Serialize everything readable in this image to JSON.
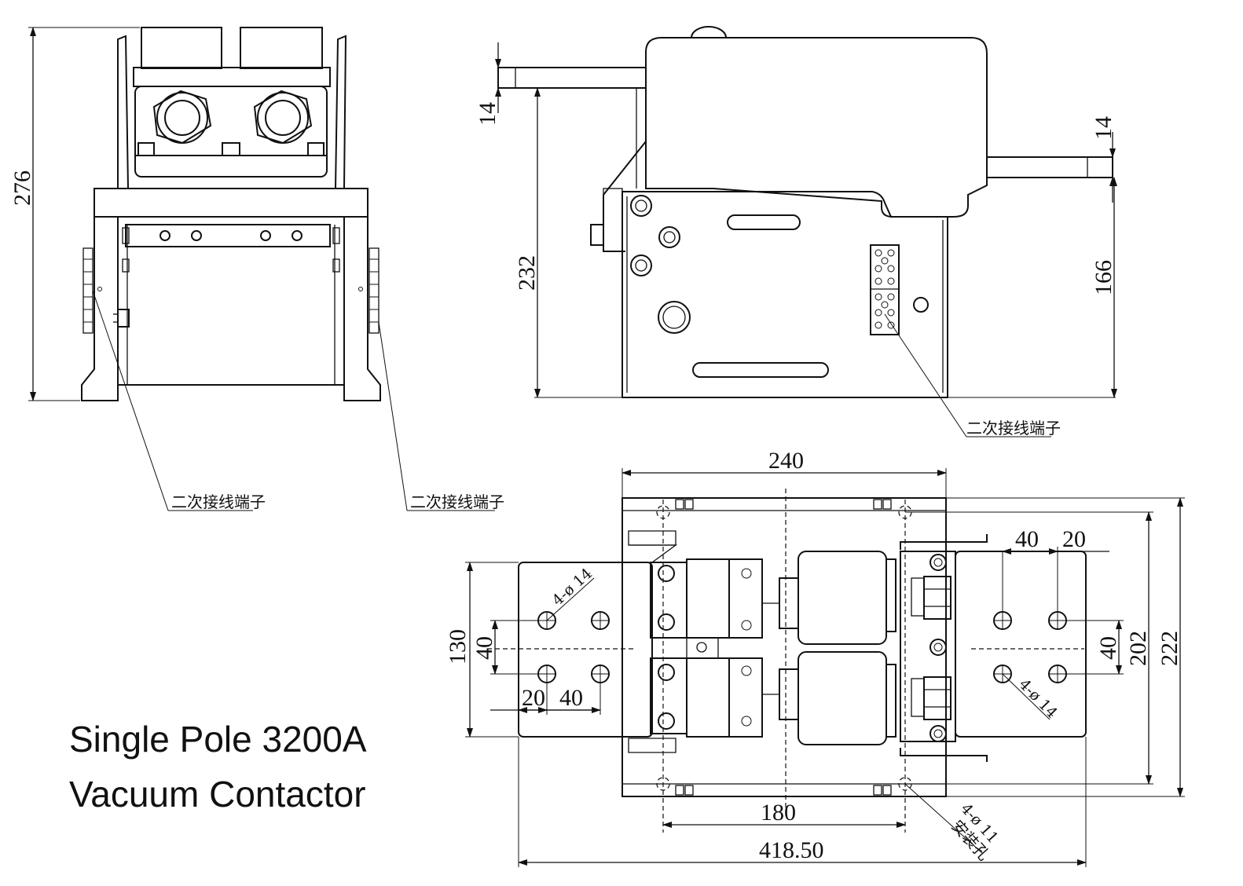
{
  "title": {
    "line1": "Single Pole 3200A",
    "line2": "Vacuum Contactor"
  },
  "labels": {
    "secondary_terminal": "二次接线端子",
    "mounting_hole": "安装孔"
  },
  "dimensions": {
    "front_height": "276",
    "side_top_offset": "14",
    "side_right_offset": "14",
    "side_height": "232",
    "side_right_height": "166",
    "top_width": "240",
    "right_spacing": "40",
    "right_edge": "20",
    "left_height": "130",
    "left_spacing_v": "40",
    "left_edge": "20",
    "left_spacing_h": "40",
    "hole_left": "4-ø 14",
    "hole_right": "4-ø 14",
    "right_spacing_v": "40",
    "inner_height": "202",
    "outer_height": "222",
    "bottom_spacing": "180",
    "mount_hole": "4-ø 11",
    "total_length": "418.50"
  }
}
